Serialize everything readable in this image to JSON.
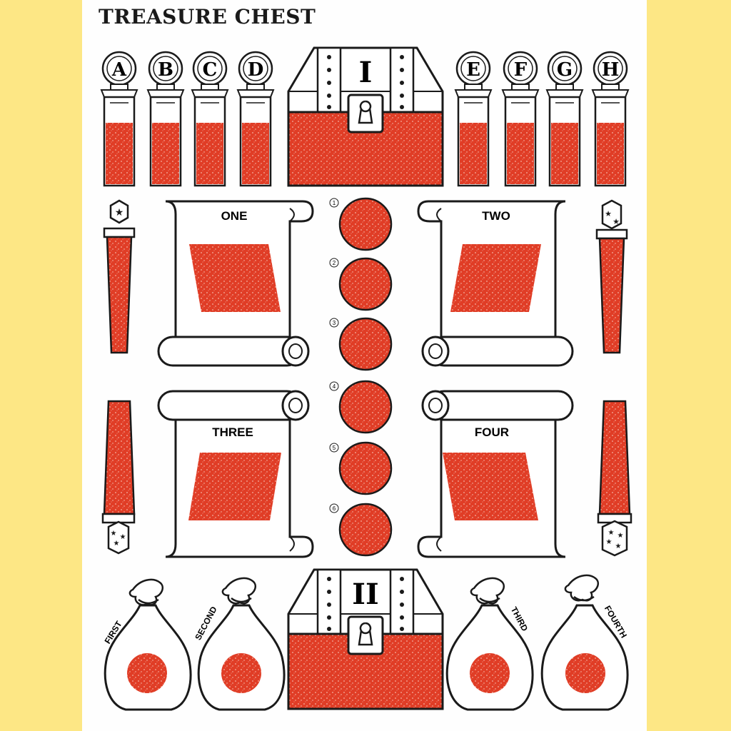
{
  "title": "TREASURE CHEST",
  "colors": {
    "background": "#fde785",
    "sheet": "#fefefe",
    "ink": "#1a1a1a",
    "fill": "#e03d26"
  },
  "vials_left": [
    "A",
    "B",
    "C",
    "D"
  ],
  "vials_right": [
    "E",
    "F",
    "G",
    "H"
  ],
  "chests": {
    "top": "I",
    "bottom": "II"
  },
  "scrolls": [
    "ONE",
    "TWO",
    "THREE",
    "FOUR"
  ],
  "coins": [
    "1",
    "2",
    "3",
    "4",
    "5",
    "6"
  ],
  "sacks": [
    "FIRST",
    "SECOND",
    "THIRD",
    "FOURTH"
  ],
  "potions": {
    "top_left_stars": 1,
    "top_right_stars": 2,
    "bottom_left_stars": 3,
    "bottom_right_stars": 4
  }
}
